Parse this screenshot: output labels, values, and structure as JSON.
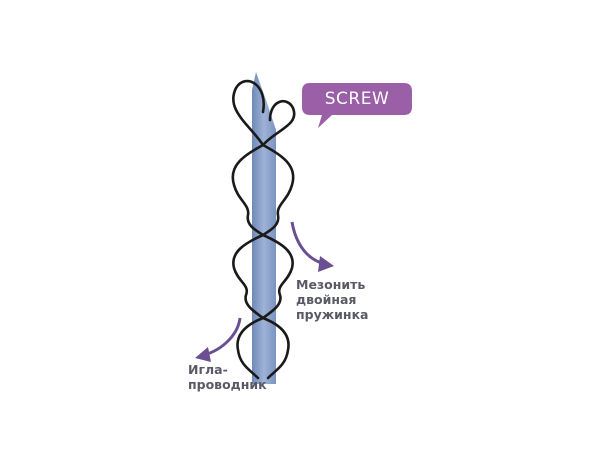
{
  "bubble": {
    "text": "SCREW",
    "color": "#9b5fa8"
  },
  "labels": {
    "thread": [
      "Мезонить",
      "двойная",
      "пружинка"
    ],
    "needle": [
      "Игла-",
      "проводник"
    ]
  },
  "colors": {
    "needle": "#7e97c2",
    "thread": "#1a1a1a",
    "arrow": "#6a4f93"
  }
}
